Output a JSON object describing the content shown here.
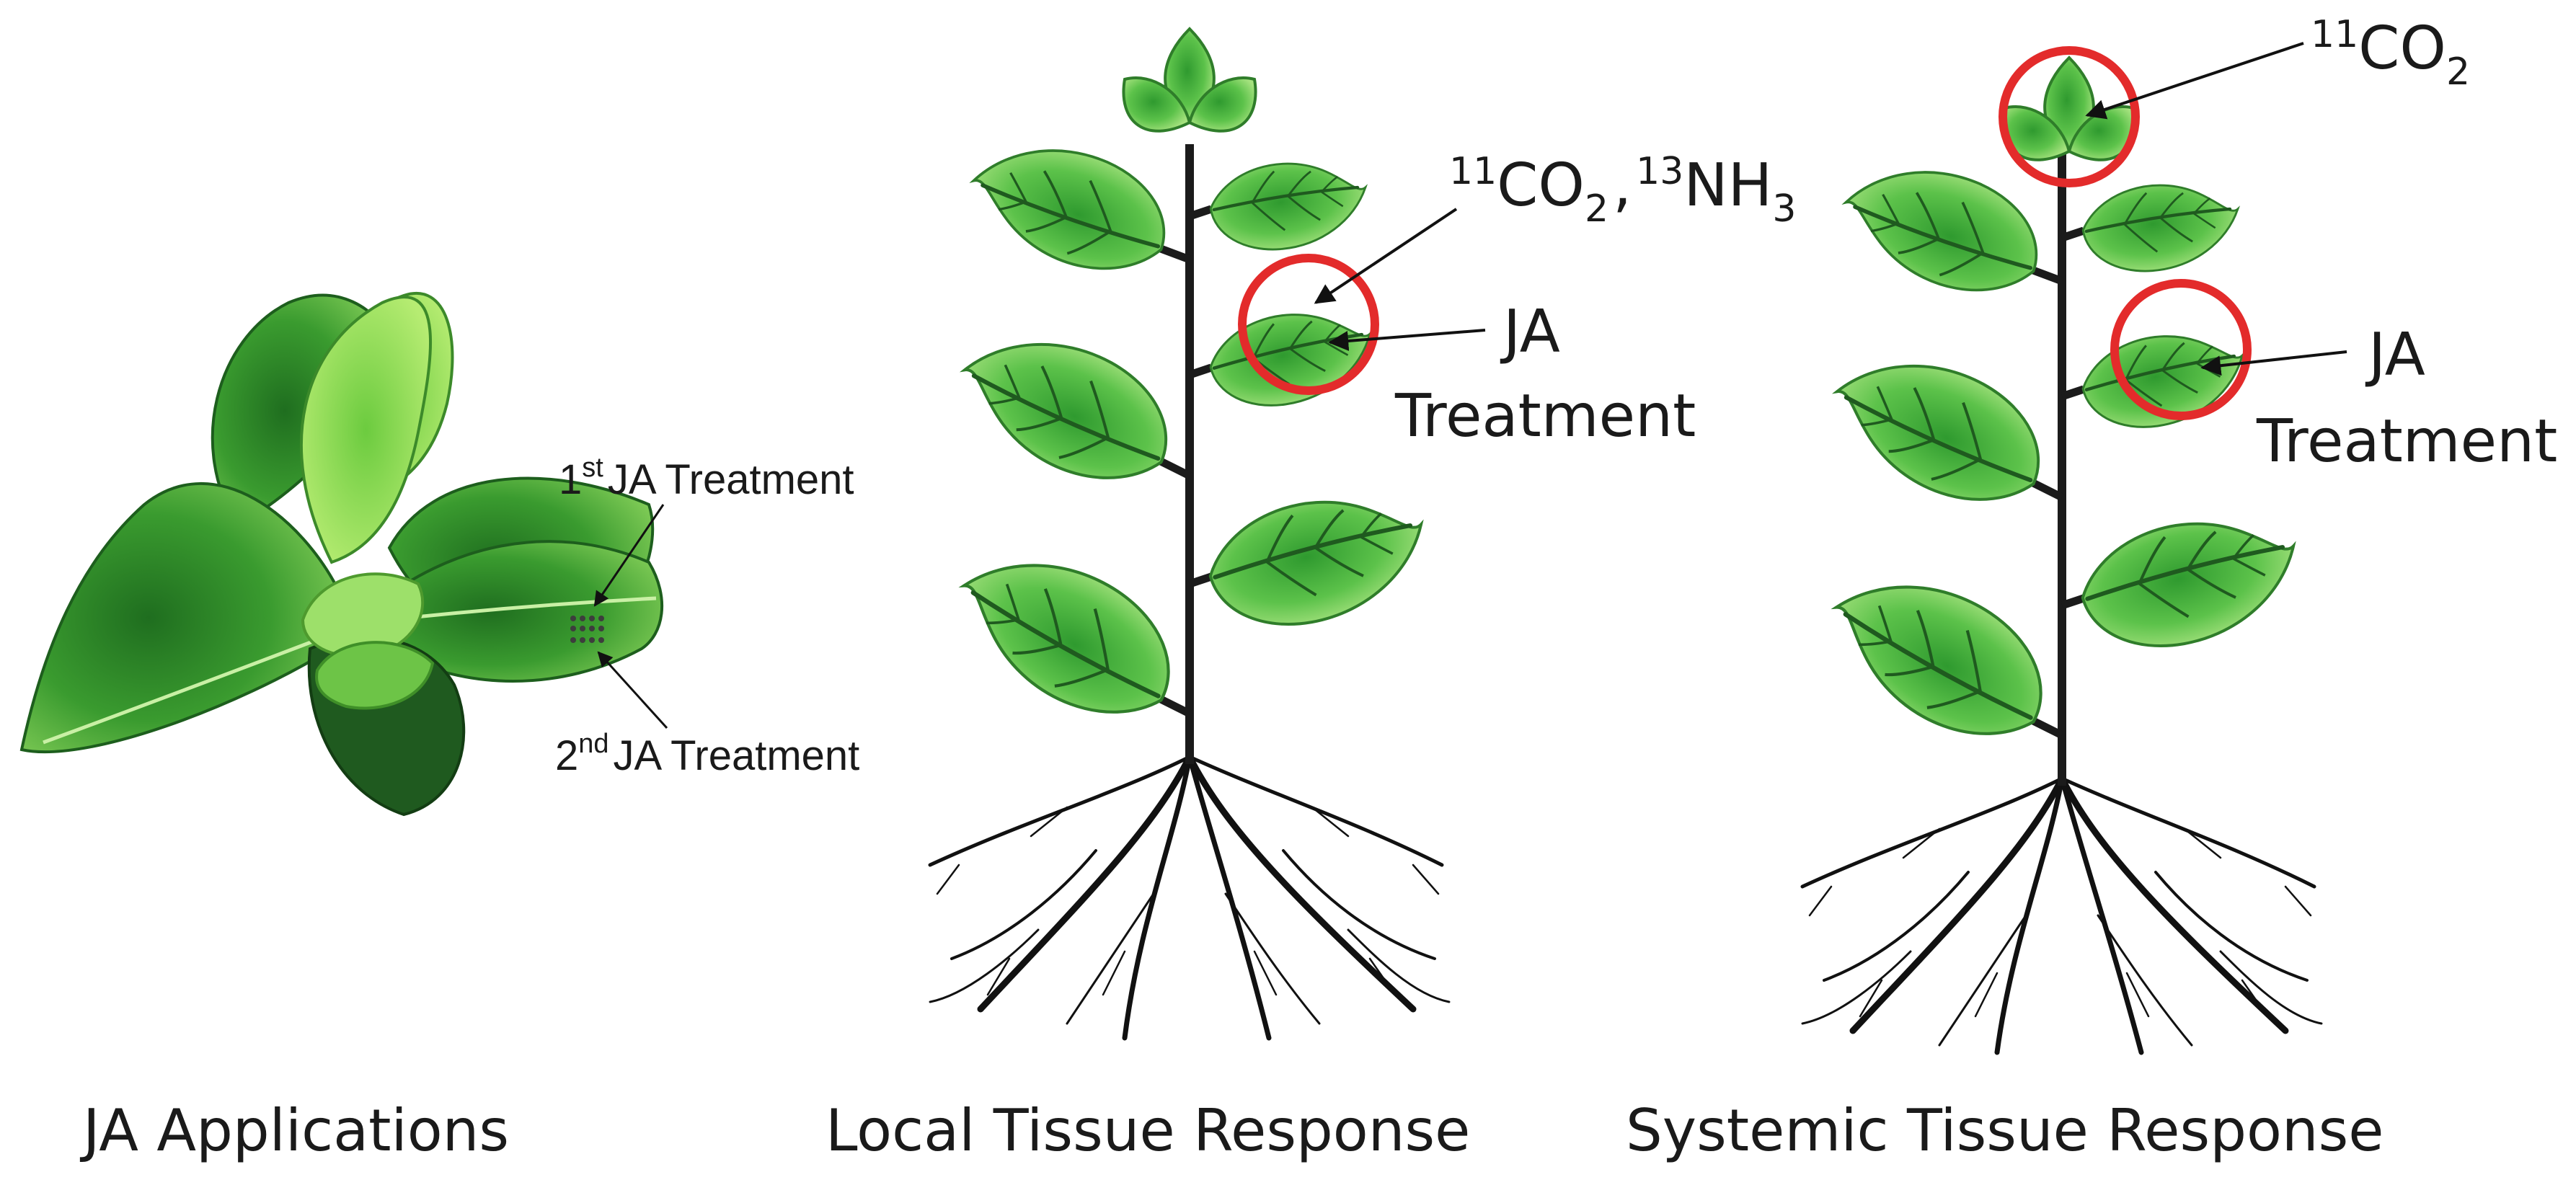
{
  "panels": [
    {
      "title": "JA Applications",
      "callouts": [
        {
          "pre": "1",
          "sup": "st",
          "text": "JA Treatment"
        },
        {
          "pre": "2",
          "sup": "nd",
          "text": "JA Treatment"
        }
      ]
    },
    {
      "title": "Local Tissue Response",
      "isotope_label": {
        "sup1": "11",
        "mid1": "CO",
        "sub1": "2",
        "sep": ",",
        "sup2": "13",
        "mid2": "NH",
        "sub2": "3"
      },
      "treatment_label": [
        "JA",
        "Treatment"
      ]
    },
    {
      "title": "Systemic Tissue Response",
      "isotope_label": {
        "sup": "11",
        "mid": "CO",
        "sub": "2"
      },
      "treatment_label": [
        "JA",
        "Treatment"
      ]
    }
  ],
  "colors": {
    "leaf_dark": "#2e8b2e",
    "leaf_light": "#8fd86b",
    "stem": "#1b1b1b",
    "highlight_circle": "#e32b2b",
    "text": "#1a1a1a"
  }
}
